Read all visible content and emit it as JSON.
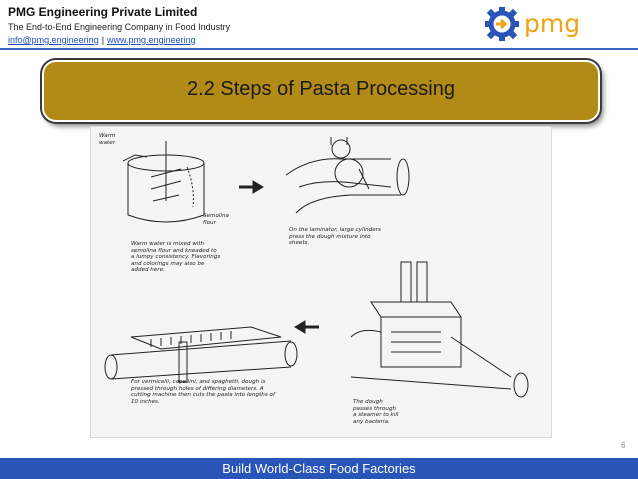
{
  "header": {
    "company": "PMG Engineering Private Limited",
    "tagline": "The End-to-End Engineering Company in Food Industry",
    "email": "info@pmg.engineering",
    "separator": "|",
    "website": "www.pmg.engineering",
    "logo_text": "pmg",
    "logo_icon": "gear-icon"
  },
  "slide": {
    "title": "2.2 Steps of Pasta Processing",
    "page_number": "6"
  },
  "figure": {
    "warm_water_label": "Warm water",
    "semolina_label": "Semolina flour",
    "mixing_caption": "Warm water is mixed with semolina flour and kneaded to a lumpy consistency. Flavorings and colorings may also be added here.",
    "laminator_caption": "On the laminator, large cylinders press the dough mixture into sheets.",
    "cutting_caption": "For vermicelli, capellini, and spaghetti, dough is pressed through holes of differing diameters. A cutting machine then cuts the pasta into lengths of 10 inches.",
    "steamer_caption": "The dough passes through a steamer to kill any bacteria."
  },
  "footer": {
    "text": "Build World-Class Food Factories"
  },
  "colors": {
    "banner": "#b28a16",
    "footer": "#2a55b8",
    "logo_orange": "#f0a313",
    "logo_blue": "#2a55b8"
  }
}
